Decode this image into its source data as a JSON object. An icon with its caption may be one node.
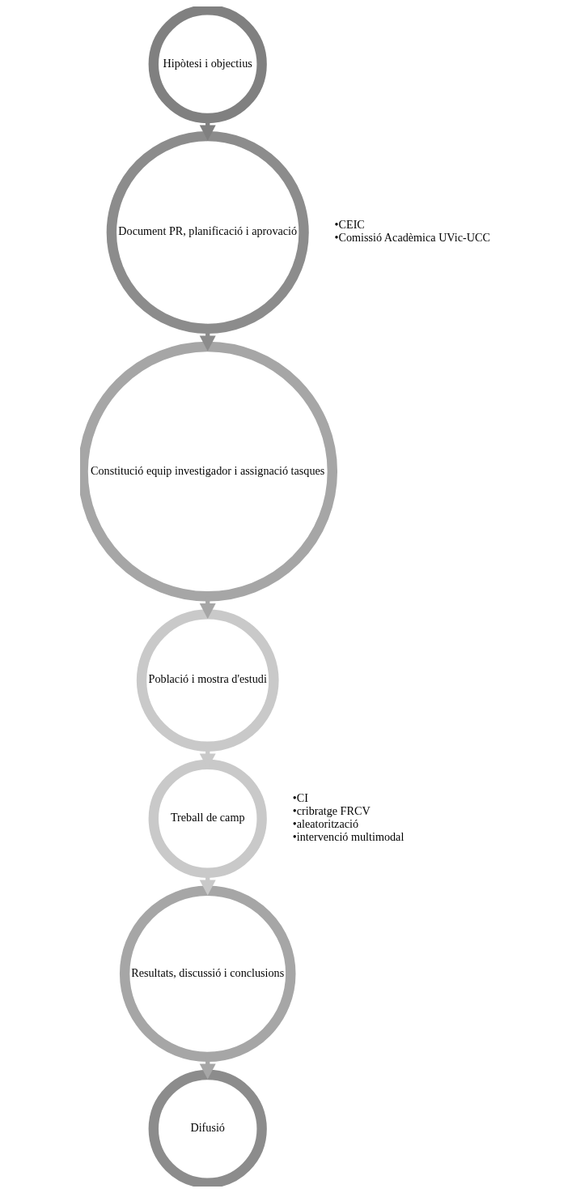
{
  "diagram": {
    "nodes": [
      {
        "text": [
          "Hipòtesi i objectius"
        ]
      },
      {
        "text": [
          "Document PR, planificació i aprovació"
        ],
        "beside": [
          "•CEIC",
          "•Comissió Acadèmica UVic-UCC"
        ]
      },
      {
        "text": [
          "Constitució equip investigador i assignació tasques"
        ]
      },
      {
        "text": [
          "Població i mostra d'estudi"
        ]
      },
      {
        "text": [
          "Treball de camp"
        ],
        "beside": [
          "•CI",
          "•cribratge FRCV",
          "•aleatorització",
          "•intervenció multimodal"
        ]
      },
      {
        "text": [
          "Resultats, discussió i conclusions"
        ]
      },
      {
        "text": [
          "Difusió"
        ]
      }
    ],
    "edges": [
      {
        "from": 0,
        "to": 1,
        "arrow": "to"
      },
      {
        "from": 1,
        "to": 2,
        "arrow": "to"
      },
      {
        "from": 2,
        "to": 3,
        "arrow": "to"
      },
      {
        "from": 3,
        "to": 4,
        "arrow": "to"
      },
      {
        "from": 4,
        "to": 5,
        "arrow": "to"
      },
      {
        "from": 5,
        "to": 6,
        "arrow": "to"
      }
    ]
  }
}
